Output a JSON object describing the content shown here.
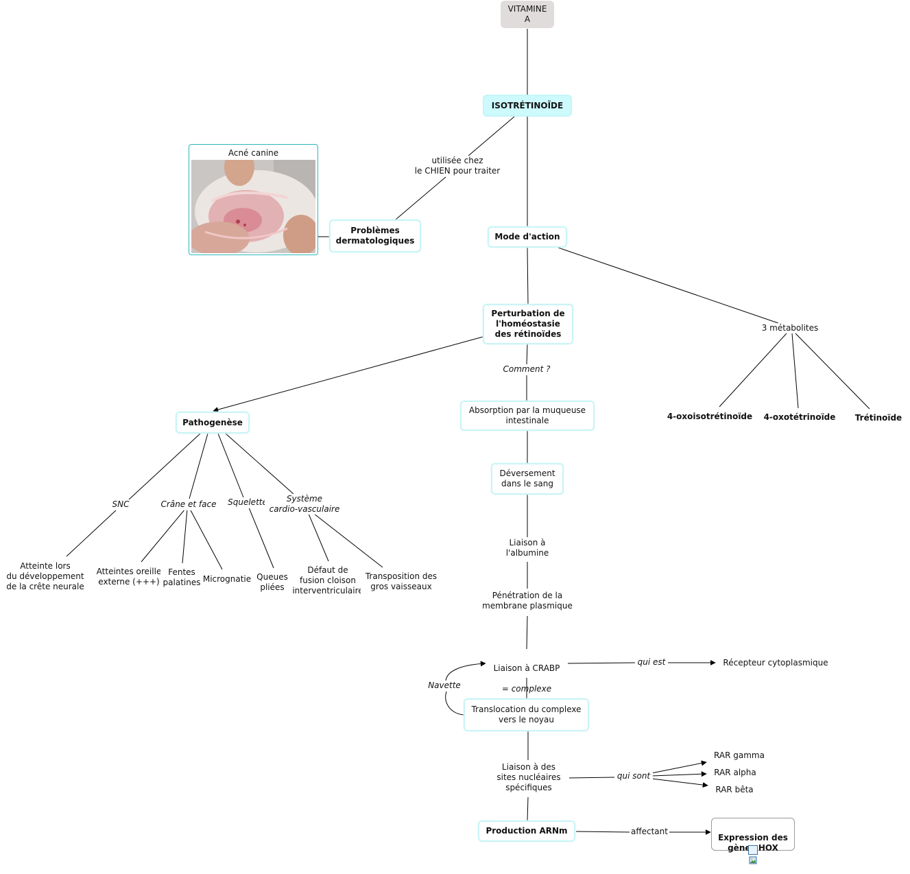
{
  "nodes": {
    "vitamine_a": "VITAMINE\nA",
    "isotretinoide": "ISOTRÉTINOÏDE",
    "utilisee_chez": "utilisée chez\nle CHIEN pour traiter",
    "problemes": "Problèmes\ndermatologiques",
    "acne_caption": "Acné canine",
    "mode_action": "Mode d'action",
    "trois_metabolites": "3 métabolites",
    "m1": "4-oxoisotrétinoïde",
    "m2": "4-oxotétrinoïde",
    "m3": "Trétinoïde",
    "perturbation": "Perturbation de\nl'homéostasie\ndes rétinoïdes",
    "comment": "Comment ?",
    "absorption": "Absorption par la muqueuse\nintestinale",
    "deversement": "Déversement\ndans le sang",
    "albumine": "Liaison à\nl'albumine",
    "penetration": "Pénétration de la\nmembrane plasmique",
    "crabp_line1": "Liaison à CRABP",
    "crabp_line2": "= complexe",
    "qui_est": "qui est",
    "recepteur": "Récepteur cytoplasmique",
    "navette": "Navette",
    "translocation": "Translocation du complexe\nvers le noyau",
    "sites_nucleaires": "Liaison à des\nsites nucléaires\nspécifiques",
    "qui_sont": "qui sont",
    "rar_gamma": "RAR gamma",
    "rar_alpha": "RAR alpha",
    "rar_beta": "RAR bêta",
    "production": "Production ARNm",
    "affectant": "affectant",
    "expression": "Expression des\ngènes HOX",
    "pathogenese": "Pathogenèse",
    "snc": "SNC",
    "crane": "Crâne et face",
    "squelette": "Squelette",
    "cardio": "Système\ncardio-vasculaire",
    "crete": "Atteinte lors\ndu développement\nde la crête neurale",
    "oreille": "Atteintes oreille\nexterne (+++)",
    "fentes": "Fentes\npalatines",
    "micrognatie": "Micrognatie",
    "queues": "Queues\npliées",
    "defaut": "Défaut de\nfusion cloison\ninterventriculaire",
    "transposition": "Transposition des\ngros vaisseaux"
  },
  "colors": {
    "line": "#000000",
    "box_border": "#c9f4f6",
    "highlight_fill": "#cdfafc",
    "root_fill": "#e0dcdc",
    "image_border": "#2bb7bd"
  },
  "icons": {
    "expression_attachment": "image-icon"
  }
}
